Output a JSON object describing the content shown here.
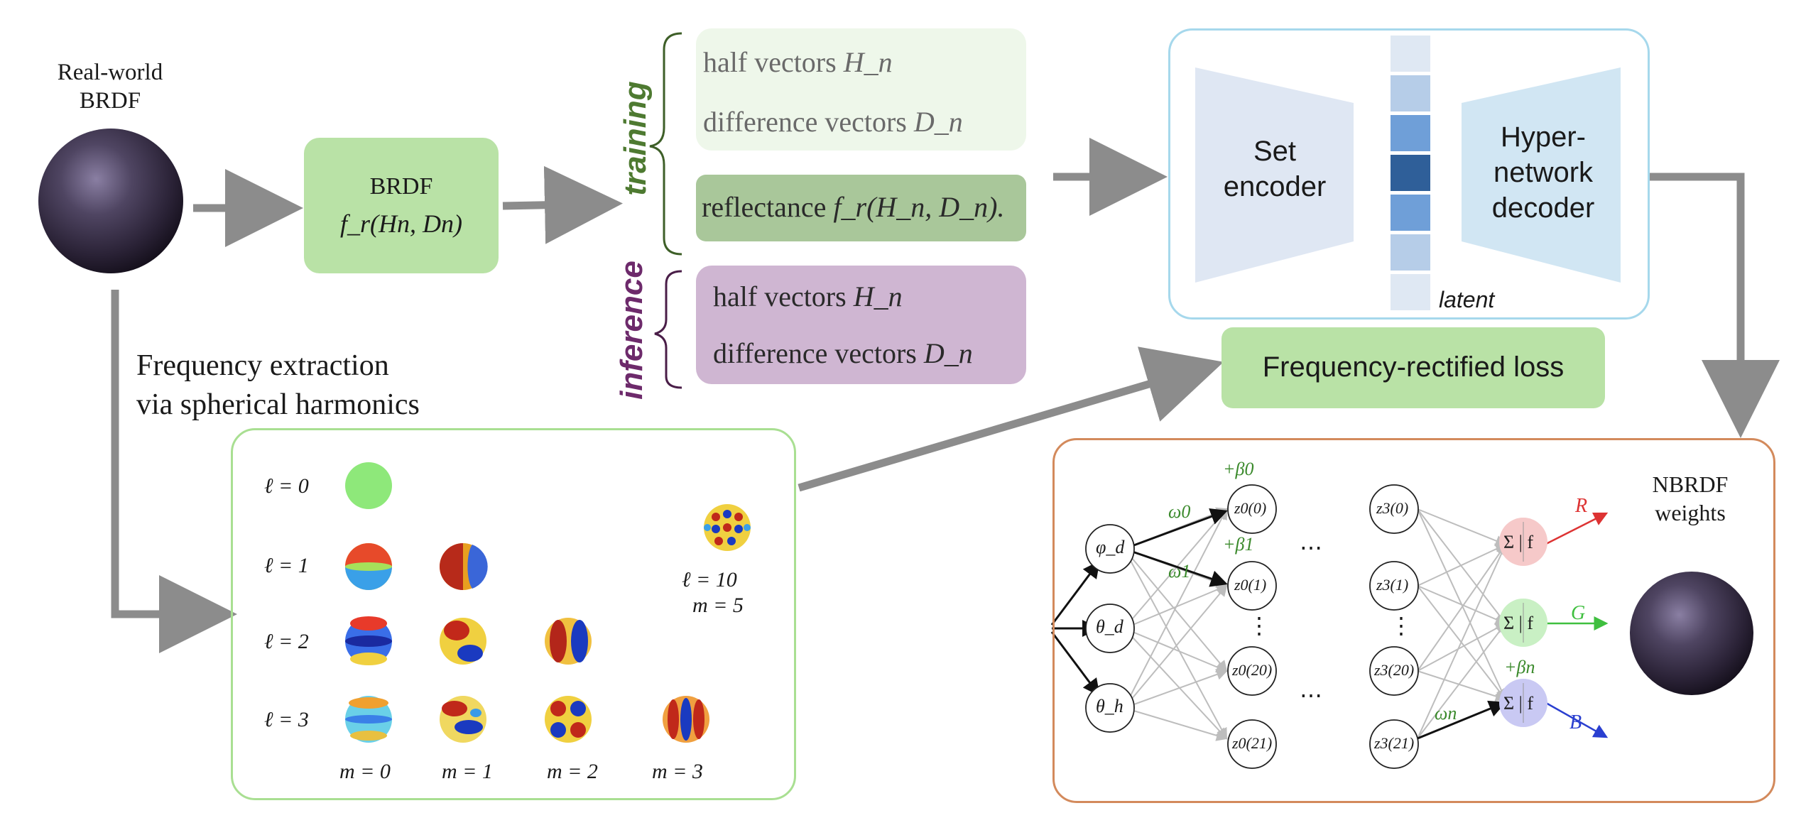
{
  "input": {
    "title_line1": "Real-world",
    "title_line2": "BRDF"
  },
  "brdf_box": {
    "line1": "BRDF",
    "formula": "f_r(Hn, Dn)"
  },
  "labels": {
    "training": "training",
    "inference": "inference"
  },
  "training_box": {
    "line1": "half  vectors",
    "line1_sym": "H_n",
    "line2": "difference vectors",
    "line2_sym": "D_n"
  },
  "reflectance_box": {
    "text": "reflectance",
    "formula": "f_r(H_n, D_n)."
  },
  "inference_box": {
    "line1": "half  vectors",
    "line1_sym": "H_n",
    "line2": "difference vectors",
    "line2_sym": "D_n"
  },
  "model": {
    "encoder": "Set encoder",
    "decoder_line1": "Hyper-",
    "decoder_line2": "network",
    "decoder_line3": "decoder",
    "latent": "latent"
  },
  "loss": {
    "text": "Frequency-rectified loss"
  },
  "freq": {
    "line1": "Frequency extraction",
    "line2": "via spherical harmonics"
  },
  "sh": {
    "rows": [
      "ℓ = 0",
      "ℓ = 1",
      "ℓ = 2",
      "ℓ = 3"
    ],
    "cols": [
      "m = 0",
      "m = 1",
      "m = 2",
      "m = 3"
    ],
    "extra_l": "ℓ = 10",
    "extra_m": "m = 5"
  },
  "network": {
    "inputs": [
      "φ_d",
      "θ_d",
      "θ_h"
    ],
    "layer0": [
      "z0(0)",
      "z0(1)",
      "z0(20)",
      "z0(21)"
    ],
    "layer3": [
      "z3(0)",
      "z3(1)",
      "z3(20)",
      "z3(21)"
    ],
    "outputs": [
      "R",
      "G",
      "B"
    ],
    "weights": [
      "ω0",
      "ω1",
      "ωn"
    ],
    "biases": [
      "+β0",
      "+β1",
      "+βn"
    ],
    "dots": "⋯",
    "vdots": "⋮",
    "sum_f": "Σ | f"
  },
  "nbrdf": {
    "line1": "NBRDF",
    "line2": "weights"
  },
  "colors": {
    "green_box": "#b9e2a6",
    "light_green_box": "#eef7ea",
    "dark_green_box": "#a9c79a",
    "purple_box": "#cfb6d2",
    "model_border": "#a6d8ec",
    "encoder": "#dfe7f3",
    "decoder": "#d1e6f3",
    "sh_border": "#a9df92",
    "net_border": "#d38a5c",
    "training_label": "#4e7a31",
    "inference_label": "#6d2a6b",
    "arrow": "#8c8c8c",
    "node_red": "#f6c9c9",
    "node_green": "#c9f0c4",
    "node_blue": "#c9c9f3"
  }
}
